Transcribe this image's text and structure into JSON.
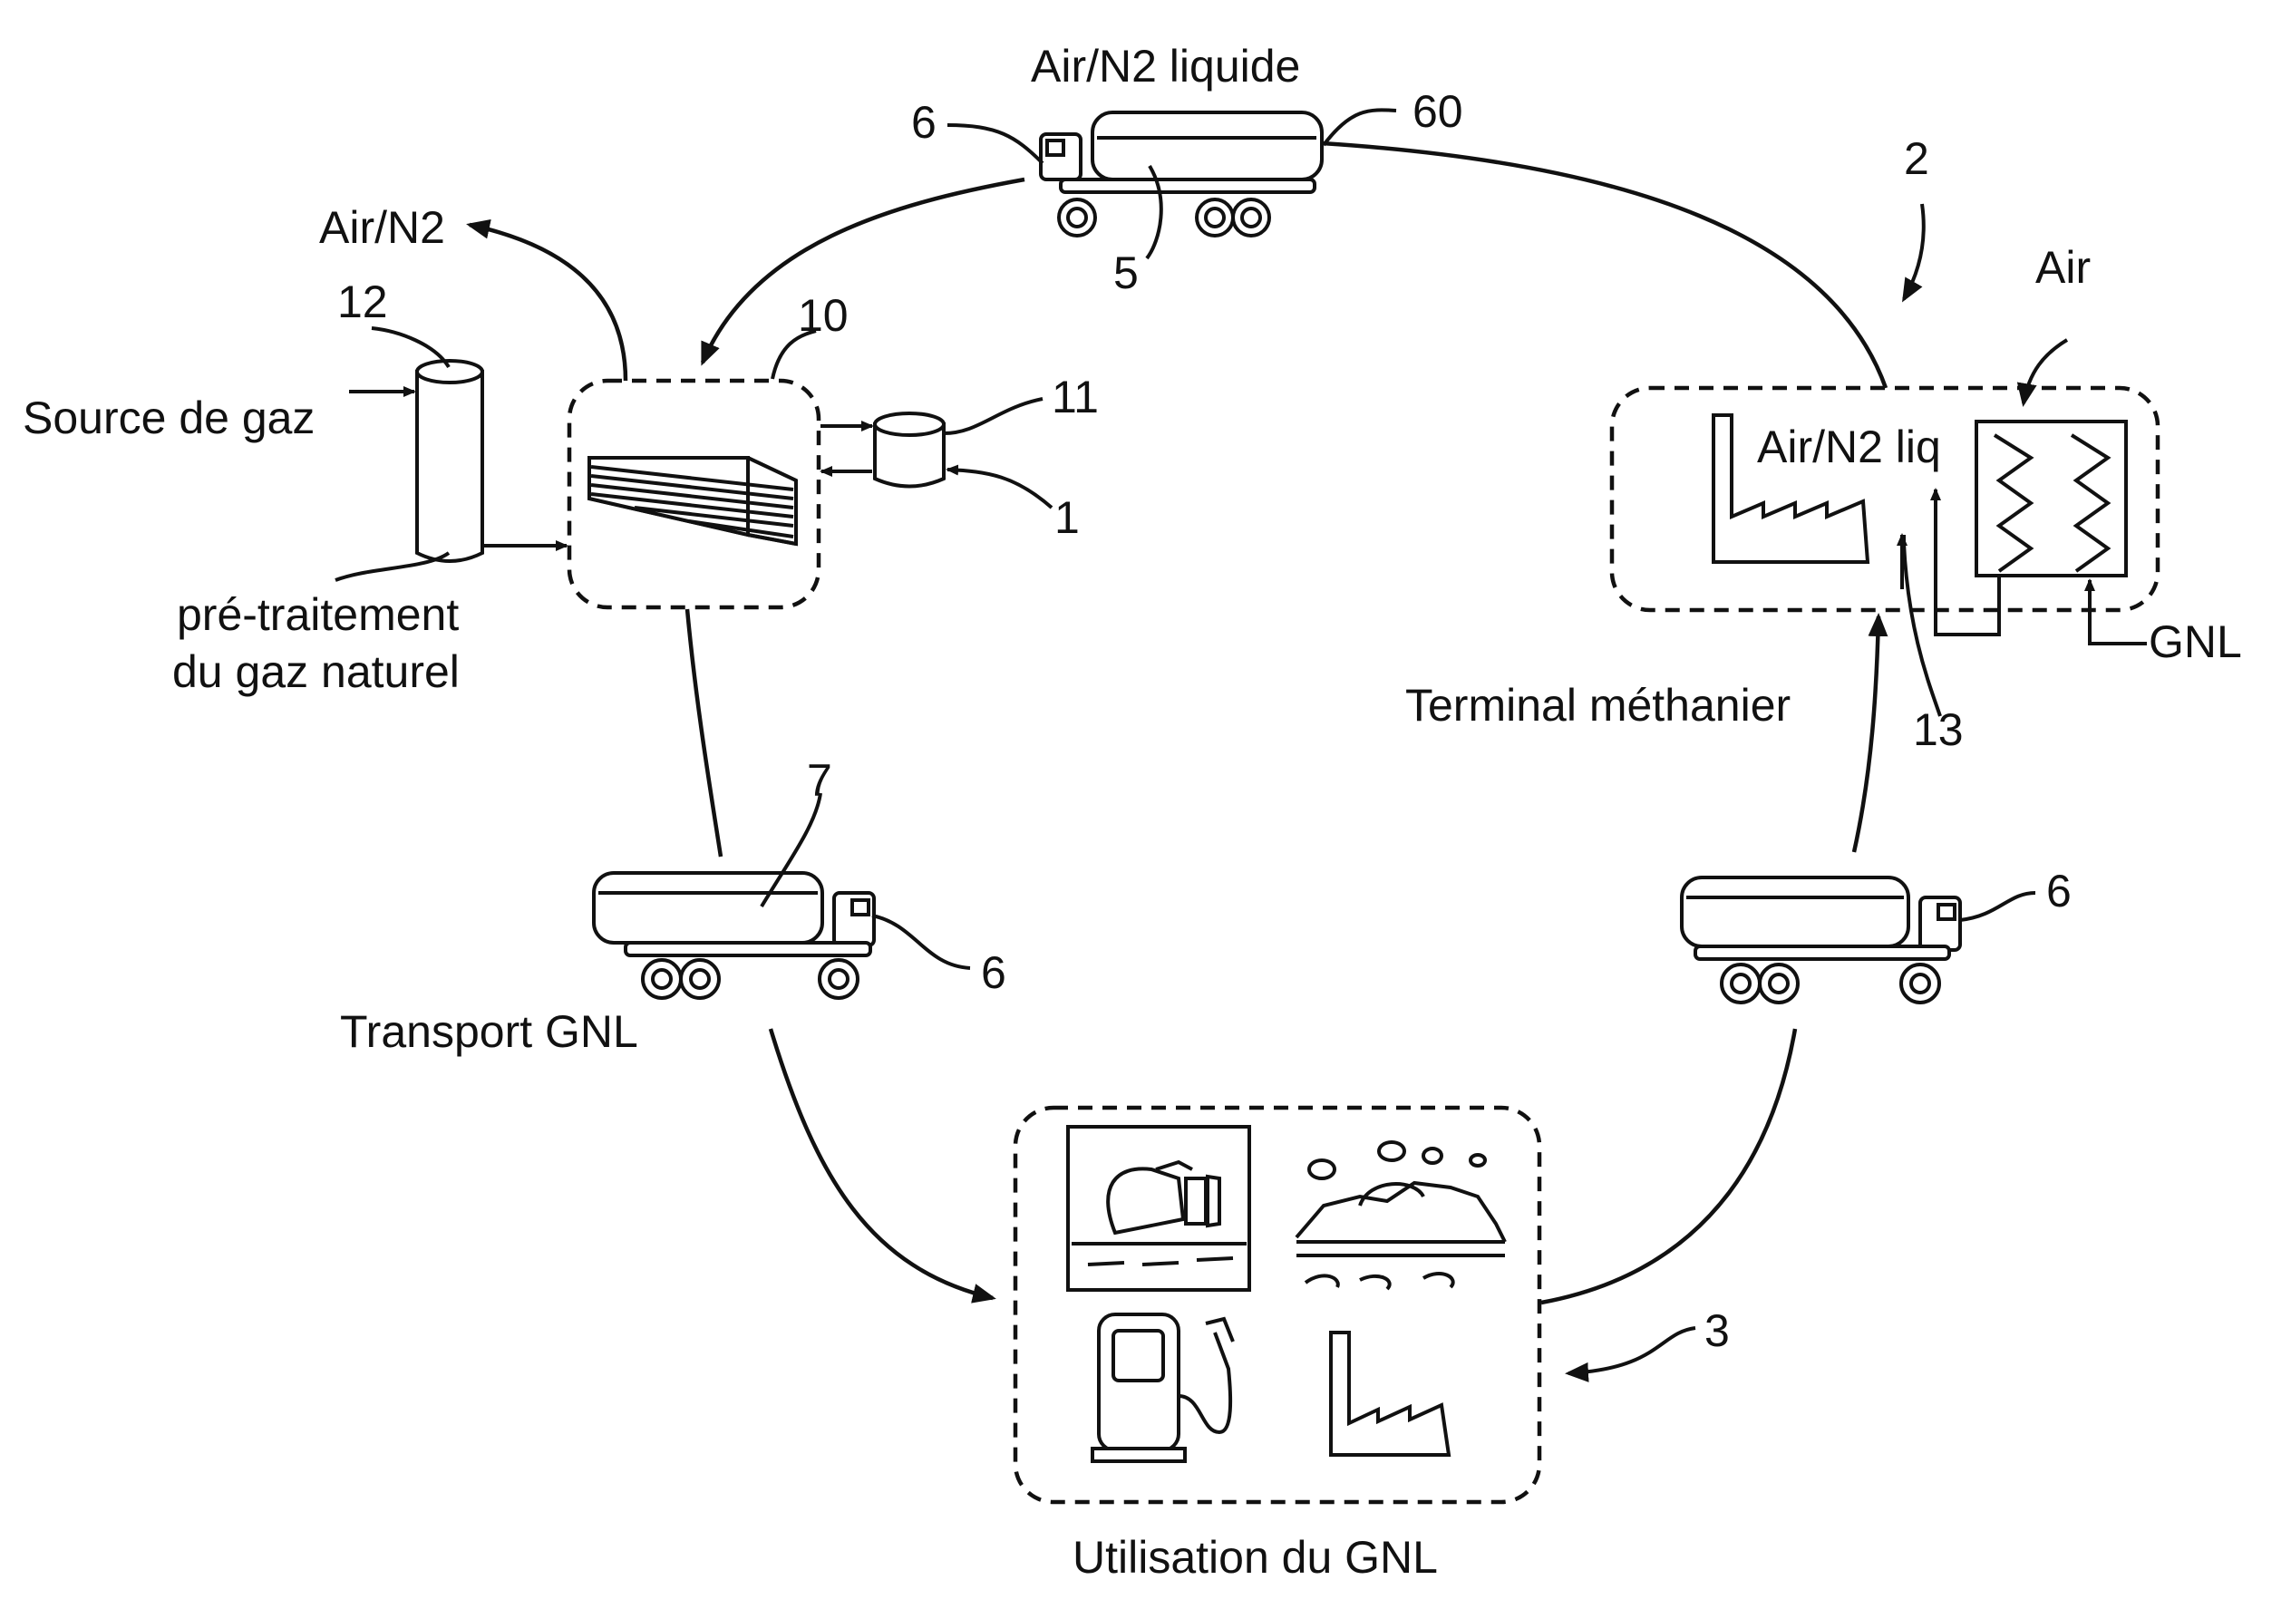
{
  "labels": {
    "air_n2_liquide": "Air/N2 liquide",
    "air_n2": "Air/N2",
    "source_gaz": "Source de gaz",
    "pretraitement_1": "pré-traitement",
    "pretraitement_2": "du gaz naturel",
    "transport_gnl": "Transport GNL",
    "utilisation_gnl": "Utilisation du GNL",
    "terminal": "Terminal méthanier",
    "air_n2_liq": "Air/N2 liq",
    "air": "Air",
    "gnl": "GNL"
  },
  "refs": {
    "r6_top": "6",
    "r60": "60",
    "r5": "5",
    "r2": "2",
    "r12": "12",
    "r10": "10",
    "r11": "11",
    "r1": "1",
    "r7": "7",
    "r6_left": "6",
    "r6_right": "6",
    "r13": "13",
    "r3": "3"
  }
}
